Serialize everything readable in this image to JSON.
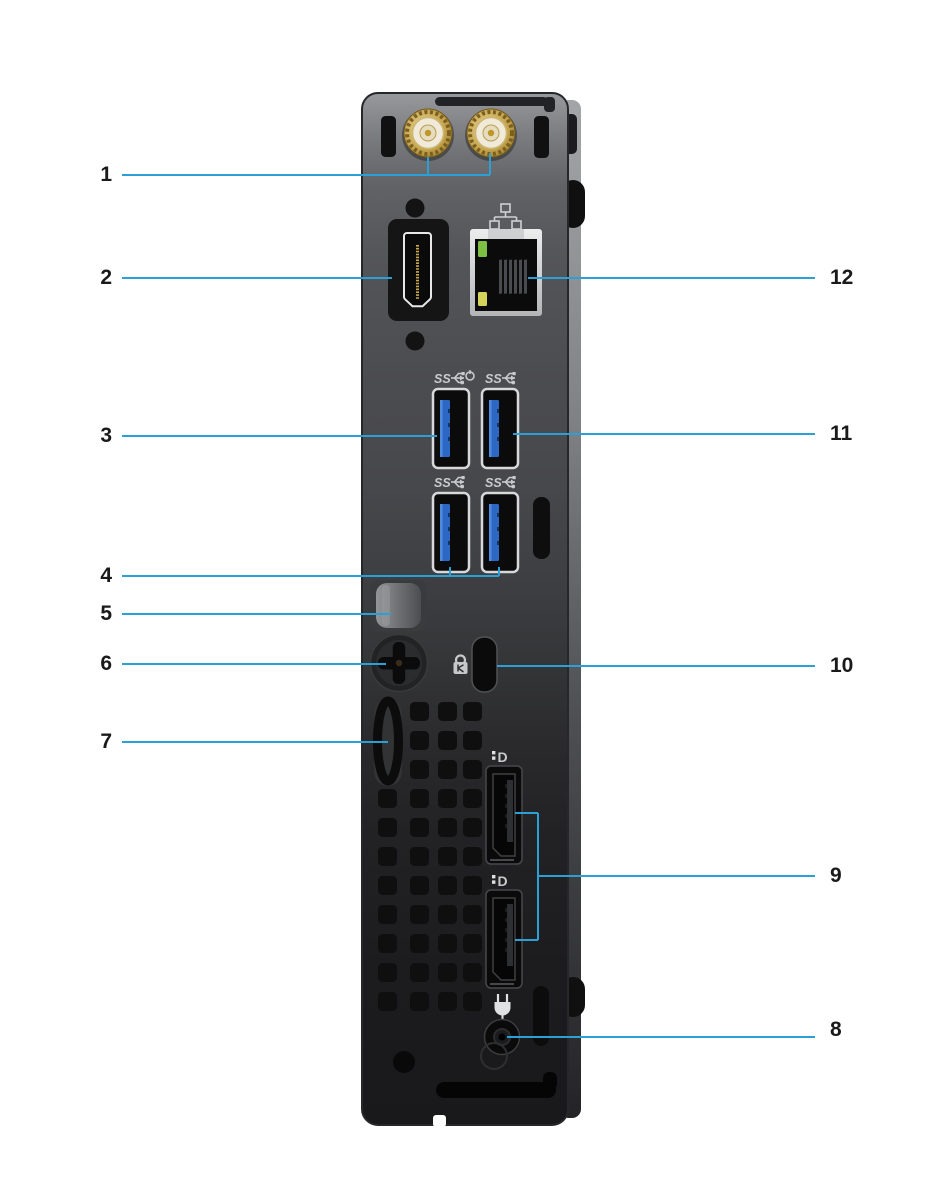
{
  "figure": {
    "kind": "rear-panel-port-callout-diagram"
  },
  "callouts": [
    {
      "number": "1",
      "side": "left",
      "points_to": "external-antenna-connectors"
    },
    {
      "number": "2",
      "side": "left",
      "points_to": "hdmi-port"
    },
    {
      "number": "3",
      "side": "left",
      "points_to": "usb-port-with-smart-power"
    },
    {
      "number": "4",
      "side": "left",
      "points_to": "usb-ports"
    },
    {
      "number": "5",
      "side": "left",
      "points_to": "cable-holder"
    },
    {
      "number": "6",
      "side": "left",
      "points_to": "thumbscrew"
    },
    {
      "number": "7",
      "side": "left",
      "points_to": "padlock-ring"
    },
    {
      "number": "8",
      "side": "right",
      "points_to": "power-connector-port"
    },
    {
      "number": "9",
      "side": "right",
      "points_to": "displayports"
    },
    {
      "number": "10",
      "side": "right",
      "points_to": "kensington-security-slot"
    },
    {
      "number": "11",
      "side": "right",
      "points_to": "usb-port"
    },
    {
      "number": "12",
      "side": "right",
      "points_to": "ethernet-port"
    }
  ],
  "port_markings": {
    "usb_superspeed": "SS",
    "displayport_letter": "D"
  },
  "colors": {
    "callout_line": "#2ba0d6",
    "number_text": "#1a1a1a",
    "usb_tongue_blue": "#2d68c4",
    "ethernet_led_green": "#7cc143",
    "ethernet_led_amber": "#d6d35b",
    "antenna_gold": "#c3a149",
    "chassis_top_gray": "#8a8c8e",
    "chassis_bottom_black": "#1a1a1c"
  }
}
